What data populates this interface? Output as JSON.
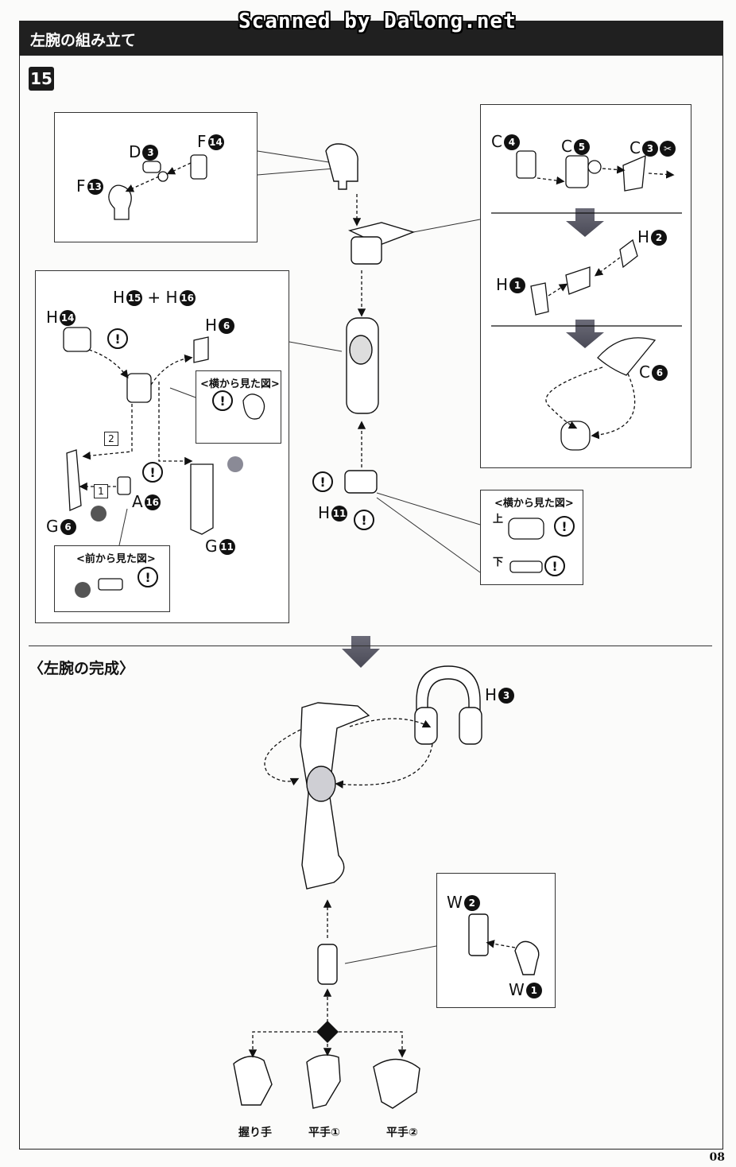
{
  "header": {
    "title": "左腕の組み立て",
    "watermark": "Scanned by Dalong.net"
  },
  "step": {
    "number": "15"
  },
  "callouts": {
    "top_left": [
      {
        "letter": "D",
        "num": "3"
      },
      {
        "letter": "F",
        "num": "14"
      },
      {
        "letter": "F",
        "num": "13"
      }
    ],
    "top_right": [
      {
        "letter": "C",
        "num": "4"
      },
      {
        "letter": "C",
        "num": "5"
      },
      {
        "letter": "C",
        "num": "3"
      },
      {
        "letter": "H",
        "num": "2"
      },
      {
        "letter": "H",
        "num": "1"
      },
      {
        "letter": "C",
        "num": "6"
      }
    ],
    "mid_left": [
      {
        "letter": "H",
        "num": "15"
      },
      {
        "letter": "H",
        "num": "16"
      },
      {
        "letter": "H",
        "num": "14"
      },
      {
        "letter": "H",
        "num": "6"
      },
      {
        "letter": "A",
        "num": "16"
      },
      {
        "letter": "G",
        "num": "6"
      },
      {
        "letter": "G",
        "num": "11"
      }
    ],
    "mid_center": [
      {
        "letter": "H",
        "num": "11"
      }
    ],
    "bottom": [
      {
        "letter": "H",
        "num": "3"
      },
      {
        "letter": "W",
        "num": "2"
      },
      {
        "letter": "W",
        "num": "1"
      }
    ]
  },
  "plus_sign": "+",
  "order_steps": [
    "1",
    "2"
  ],
  "subviews": {
    "side_view_1": "<横から見た図>",
    "front_view": "<前から見た図>",
    "side_view_2": "<横から見た図>",
    "top_label": "上",
    "bottom_label": "下"
  },
  "section": {
    "complete_title": "〈左腕の完成〉"
  },
  "hands": [
    "握り手",
    "平手①",
    "平手②"
  ],
  "page_number": "08"
}
